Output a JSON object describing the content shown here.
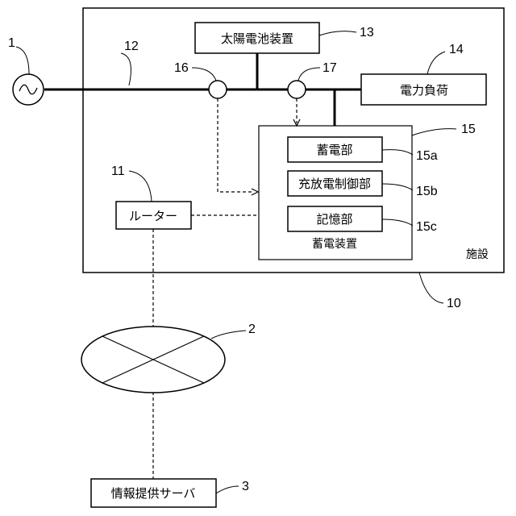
{
  "refs": {
    "grid_source": "1",
    "network": "2",
    "server": "3",
    "facility": "10",
    "router": "11",
    "power_line": "12",
    "solar": "13",
    "load": "14",
    "storage": "15",
    "storage_unit": "15a",
    "controller": "15b",
    "memory": "15c",
    "sensor_a": "16",
    "sensor_b": "17"
  },
  "labels": {
    "solar": "太陽電池装置",
    "load": "電力負荷",
    "storage_unit": "蓄電部",
    "controller": "充放電制御部",
    "memory": "記憶部",
    "storage": "蓄電装置",
    "router": "ルーター",
    "facility": "施設",
    "server": "情報提供サーバ"
  }
}
